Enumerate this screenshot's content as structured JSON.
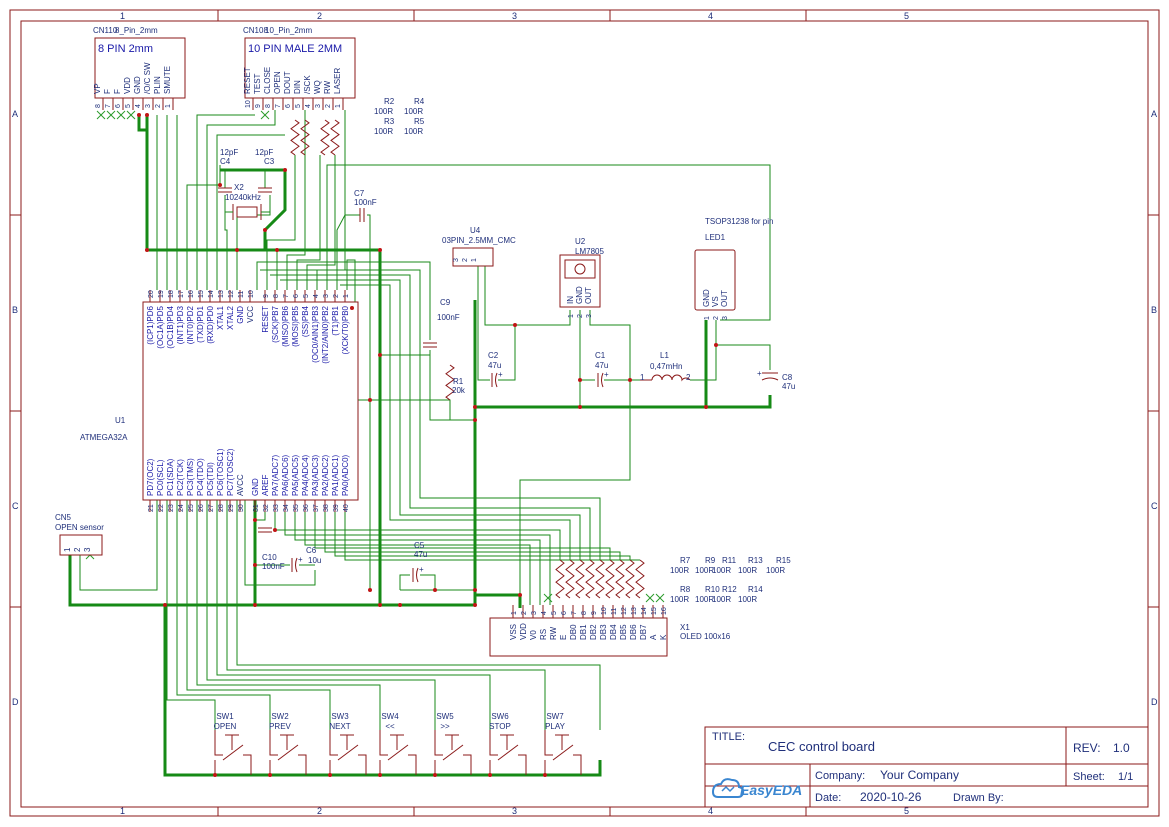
{
  "frame": {
    "col_labels": [
      "1",
      "2",
      "3",
      "4",
      "5"
    ],
    "row_labels": [
      "A",
      "B",
      "C",
      "D"
    ]
  },
  "cn110": {
    "ref": "CN110",
    "value": "8_Pin_2mm",
    "title": "8 PIN 2mm",
    "pins": [
      {
        "n": "8",
        "name": "VP"
      },
      {
        "n": "7",
        "name": "F"
      },
      {
        "n": "6",
        "name": "F"
      },
      {
        "n": "5",
        "name": "VDD"
      },
      {
        "n": "4",
        "name": "GND"
      },
      {
        "n": "3",
        "name": "/O/C SW"
      },
      {
        "n": "2",
        "name": "PLIN"
      },
      {
        "n": "1",
        "name": "SMUTE"
      }
    ]
  },
  "cn108": {
    "ref": "CN108",
    "value": "10_Pin_2mm",
    "title": "10 PIN MALE 2MM",
    "pins": [
      {
        "n": "10",
        "name": "RESET"
      },
      {
        "n": "9",
        "name": "TEST"
      },
      {
        "n": "8",
        "name": "CLOSE"
      },
      {
        "n": "7",
        "name": "OPEN"
      },
      {
        "n": "6",
        "name": "DOUT"
      },
      {
        "n": "5",
        "name": "DIN"
      },
      {
        "n": "4",
        "name": "/SCK"
      },
      {
        "n": "3",
        "name": "WQ"
      },
      {
        "n": "2",
        "name": "RW"
      },
      {
        "n": "1",
        "name": "LASER"
      }
    ]
  },
  "resistors_top": [
    {
      "ref": "R2",
      "val": "100R"
    },
    {
      "ref": "R4",
      "val": "100R"
    },
    {
      "ref": "R3",
      "val": "100R"
    },
    {
      "ref": "R5",
      "val": "100R"
    }
  ],
  "c4": {
    "val": "12pF",
    "ref": "C4"
  },
  "c3": {
    "val": "12pF",
    "ref": "C3"
  },
  "x2": {
    "ref": "X2",
    "val": "10240kHz"
  },
  "c7": {
    "ref": "C7",
    "val": "100nF"
  },
  "u4": {
    "ref": "U4",
    "val": "03PIN_2.5MM_CMC",
    "pins": [
      "3",
      "2",
      "1"
    ]
  },
  "u2": {
    "ref": "U2",
    "val": "LM7805",
    "pins": [
      {
        "n": "1",
        "name": "IN"
      },
      {
        "n": "2",
        "name": "GND"
      },
      {
        "n": "3",
        "name": "OUT"
      }
    ]
  },
  "led1": {
    "note": "TSOP31238 for pin",
    "ref": "LED1",
    "pins": [
      {
        "n": "1",
        "name": "GND"
      },
      {
        "n": "2",
        "name": "VS"
      },
      {
        "n": "3",
        "name": "OUT"
      }
    ]
  },
  "c9": {
    "ref": "C9",
    "val": "100nF"
  },
  "r1": {
    "ref": "R1",
    "val": "20k"
  },
  "c2": {
    "ref": "C2",
    "val": "47u"
  },
  "c1": {
    "ref": "C1",
    "val": "47u"
  },
  "l1": {
    "ref": "L1",
    "val": "0,47mHn",
    "p1": "1",
    "p2": "2"
  },
  "c8": {
    "ref": "C8",
    "val": "47u"
  },
  "u1": {
    "ref": "U1",
    "val": "ATMEGA32A",
    "top_left_pins": [
      {
        "n": "20",
        "name": "(ICP1)PD6"
      },
      {
        "n": "19",
        "name": "(OC1A)PD5"
      },
      {
        "n": "18",
        "name": "(OC1B)PD4"
      },
      {
        "n": "17",
        "name": "(INT1)PD3"
      },
      {
        "n": "16",
        "name": "(INT0)PD2"
      },
      {
        "n": "15",
        "name": "(TXD)PD1"
      },
      {
        "n": "14",
        "name": "(RXD)PD0"
      },
      {
        "n": "13",
        "name": "XTAL1"
      },
      {
        "n": "12",
        "name": "XTAL2"
      },
      {
        "n": "11",
        "name": "GND"
      },
      {
        "n": "10",
        "name": "VCC"
      }
    ],
    "top_right_pins": [
      {
        "n": "9",
        "name": "RESET"
      },
      {
        "n": "8",
        "name": "(SCK)PB7"
      },
      {
        "n": "7",
        "name": "(MISO)PB6"
      },
      {
        "n": "6",
        "name": "(MOSI)PB5"
      },
      {
        "n": "5",
        "name": "(SS)PB4"
      },
      {
        "n": "4",
        "name": "(OC0/AIN1)PB3"
      },
      {
        "n": "3",
        "name": "(INT2/AIN0)PB2"
      },
      {
        "n": "2",
        "name": "(T1)PB1"
      },
      {
        "n": "1",
        "name": "(XCK/T0)PB0"
      }
    ],
    "bottom_left_pins": [
      {
        "n": "21",
        "name": "PD7(OC2)"
      },
      {
        "n": "22",
        "name": "PC0(SCL)"
      },
      {
        "n": "23",
        "name": "PC1(SDA)"
      },
      {
        "n": "24",
        "name": "PC2(TCK)"
      },
      {
        "n": "25",
        "name": "PC3(TMS)"
      },
      {
        "n": "26",
        "name": "PC4(TDO)"
      },
      {
        "n": "27",
        "name": "PC5(TDI)"
      },
      {
        "n": "28",
        "name": "PC6(TOSC1)"
      },
      {
        "n": "29",
        "name": "PC7(TOSC2)"
      },
      {
        "n": "30",
        "name": "AVCC"
      }
    ],
    "bottom_right_pins": [
      {
        "n": "31",
        "name": "GND"
      },
      {
        "n": "32",
        "name": "AREF"
      },
      {
        "n": "33",
        "name": "PA7(ADC7)"
      },
      {
        "n": "34",
        "name": "PA6(ADC6)"
      },
      {
        "n": "35",
        "name": "PA5(ADC5)"
      },
      {
        "n": "36",
        "name": "PA4(ADC4)"
      },
      {
        "n": "37",
        "name": "PA3(ADC3)"
      },
      {
        "n": "38",
        "name": "PA2(ADC2)"
      },
      {
        "n": "39",
        "name": "PA1(ADC1)"
      },
      {
        "n": "40",
        "name": "PA0(ADC0)"
      }
    ]
  },
  "cn5": {
    "ref": "CN5",
    "val": "OPEN sensor",
    "pins": [
      "1",
      "2",
      "3"
    ]
  },
  "c10": {
    "ref": "C10",
    "val": "100nF"
  },
  "c6": {
    "ref": "C6",
    "val": "10u"
  },
  "c5": {
    "ref": "C5",
    "val": "47u"
  },
  "resistors_oled": [
    {
      "ref": "R7",
      "val": "100R"
    },
    {
      "ref": "R9",
      "val": "100R"
    },
    {
      "ref": "R11",
      "val": "100R"
    },
    {
      "ref": "R13",
      "val": "100R"
    },
    {
      "ref": "R15",
      "val": "100R"
    },
    {
      "ref": "R8",
      "val": "100R"
    },
    {
      "ref": "R10",
      "val": "100R"
    },
    {
      "ref": "R12",
      "val": "100R"
    },
    {
      "ref": "R14",
      "val": "100R"
    }
  ],
  "x1": {
    "ref": "X1",
    "val": "OLED 100x16",
    "pins": [
      {
        "n": "1",
        "name": "VSS"
      },
      {
        "n": "2",
        "name": "VDD"
      },
      {
        "n": "3",
        "name": "V0"
      },
      {
        "n": "4",
        "name": "RS"
      },
      {
        "n": "5",
        "name": "RW"
      },
      {
        "n": "6",
        "name": "E"
      },
      {
        "n": "7",
        "name": "DB0"
      },
      {
        "n": "8",
        "name": "DB1"
      },
      {
        "n": "9",
        "name": "DB2"
      },
      {
        "n": "10",
        "name": "DB3"
      },
      {
        "n": "11",
        "name": "DB4"
      },
      {
        "n": "12",
        "name": "DB5"
      },
      {
        "n": "13",
        "name": "DB6"
      },
      {
        "n": "14",
        "name": "DB7"
      },
      {
        "n": "15",
        "name": "A"
      },
      {
        "n": "16",
        "name": "K"
      }
    ]
  },
  "switches": [
    {
      "ref": "SW1",
      "label": "OPEN"
    },
    {
      "ref": "SW2",
      "label": "PREV"
    },
    {
      "ref": "SW3",
      "label": "NEXT"
    },
    {
      "ref": "SW4",
      "label": "<<"
    },
    {
      "ref": "SW5",
      "label": ">>"
    },
    {
      "ref": "SW6",
      "label": "STOP"
    },
    {
      "ref": "SW7",
      "label": "PLAY"
    }
  ],
  "title_block": {
    "title_label": "TITLE:",
    "title": "CEC control board",
    "rev_label": "REV:",
    "rev": "1.0",
    "company_label": "Company:",
    "company": "Your Company",
    "sheet_label": "Sheet:",
    "sheet": "1/1",
    "date_label": "Date:",
    "date": "2020-10-26",
    "drawn_label": "Drawn By:",
    "drawn": "",
    "logo": "EasyEDA"
  }
}
